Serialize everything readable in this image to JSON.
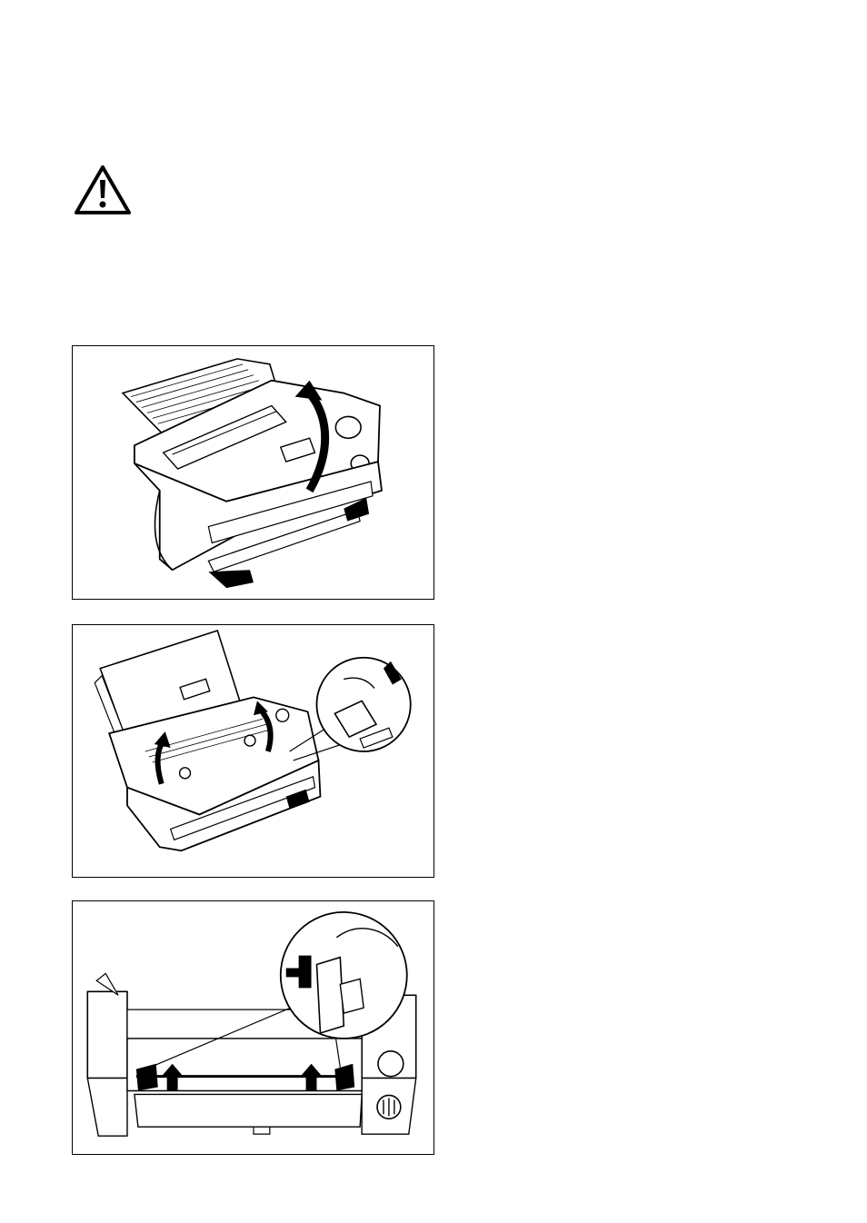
{
  "page": {
    "warning_icon": "warning-triangle-icon",
    "figures": [
      {
        "name": "printer-cover-open-illustration",
        "icon": "curved-up-arrow-icon"
      },
      {
        "name": "printer-release-levers-illustration",
        "icon": "magnified-lever-detail"
      },
      {
        "name": "printer-front-levers-illustration",
        "icon": "magnified-lever-detail"
      }
    ]
  }
}
